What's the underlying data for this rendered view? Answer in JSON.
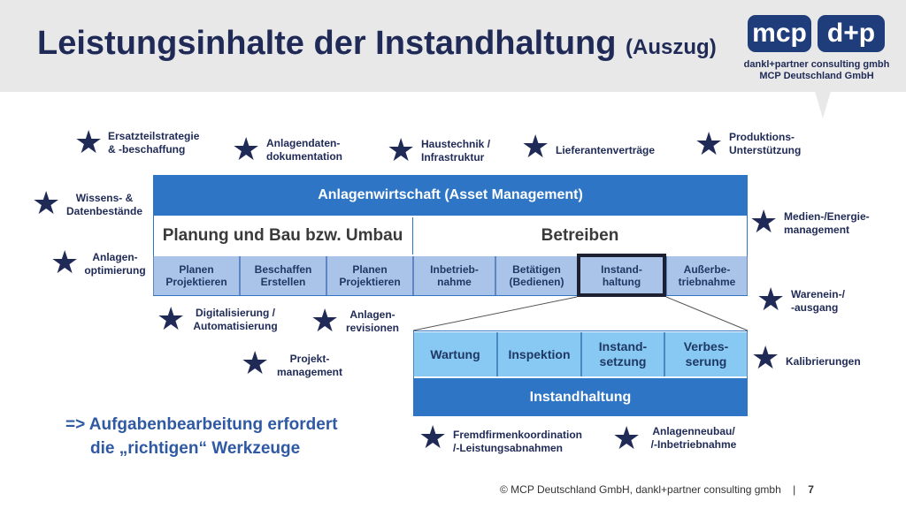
{
  "header": {
    "title": "Leistungsinhalte der Instandhaltung",
    "title_suffix": "(Auszug)",
    "logo": {
      "left_text": "mcp",
      "right_text": "d+p",
      "caption_line1": "dankl+partner consulting gmbh",
      "caption_line2": "MCP Deutschland GmbH"
    }
  },
  "items": [
    {
      "l1": "Ersatzteilstrategie",
      "l2": "& -beschaffung"
    },
    {
      "l1": "Anlagendaten-",
      "l2": "dokumentation"
    },
    {
      "l1": "Haustechnik /",
      "l2": "Infrastruktur"
    },
    {
      "l1": "Lieferantenverträge",
      "l2": ""
    },
    {
      "l1": "Produktions-",
      "l2": "Unterstützung"
    },
    {
      "l1": "Wissens- &",
      "l2": "Datenbestände"
    },
    {
      "l1": "Medien-/Energie-",
      "l2": "management"
    },
    {
      "l1": "Anlagen-",
      "l2": "optimierung"
    },
    {
      "l1": "Warenein-/",
      "l2": "-ausgang"
    },
    {
      "l1": "Digitalisierung /",
      "l2": "Automatisierung"
    },
    {
      "l1": "Anlagen-",
      "l2": "revisionen"
    },
    {
      "l1": "Projekt-",
      "l2": "management"
    },
    {
      "l1": "Kalibrierungen",
      "l2": ""
    },
    {
      "l1": "Fremdfirmenkoordination",
      "l2": "/-Leistungsabnahmen"
    },
    {
      "l1": "Anlagenneubau/",
      "l2": "/-Inbetriebnahme"
    }
  ],
  "asset_management": {
    "title": "Anlagenwirtschaft (Asset Management)",
    "phases": [
      "Planung und Bau bzw. Umbau",
      "Betreiben"
    ],
    "steps": [
      {
        "l1": "Planen",
        "l2": "Projektieren"
      },
      {
        "l1": "Beschaffen",
        "l2": "Erstellen"
      },
      {
        "l1": "Planen",
        "l2": "Projektieren"
      },
      {
        "l1": "Inbetrieb-",
        "l2": "nahme"
      },
      {
        "l1": "Betätigen",
        "l2": "(Bedienen)"
      },
      {
        "l1": "Instand-",
        "l2": "haltung"
      },
      {
        "l1": "Außerbe-",
        "l2": "triebnahme"
      }
    ]
  },
  "maintenance": {
    "title": "Instandhaltung",
    "steps": [
      {
        "l1": "Wartung",
        "l2": ""
      },
      {
        "l1": "Inspektion",
        "l2": ""
      },
      {
        "l1": "Instand-",
        "l2": "setzung"
      },
      {
        "l1": "Verbes-",
        "l2": "serung"
      }
    ]
  },
  "conclusion": {
    "line1": "=> Aufgabenbearbeitung erfordert",
    "line2": "die „richtigen“ Werkzeuge"
  },
  "footer": {
    "copyright": "© MCP Deutschland GmbH, dankl+partner consulting gmbh",
    "separator": "|",
    "page": "7"
  },
  "colors": {
    "navy": "#1f2a56",
    "bar_blue": "#2e75c6",
    "step_blue": "#a9c4e8",
    "maint_blue": "#87c9f2",
    "header_gray": "#e8e8e8"
  }
}
